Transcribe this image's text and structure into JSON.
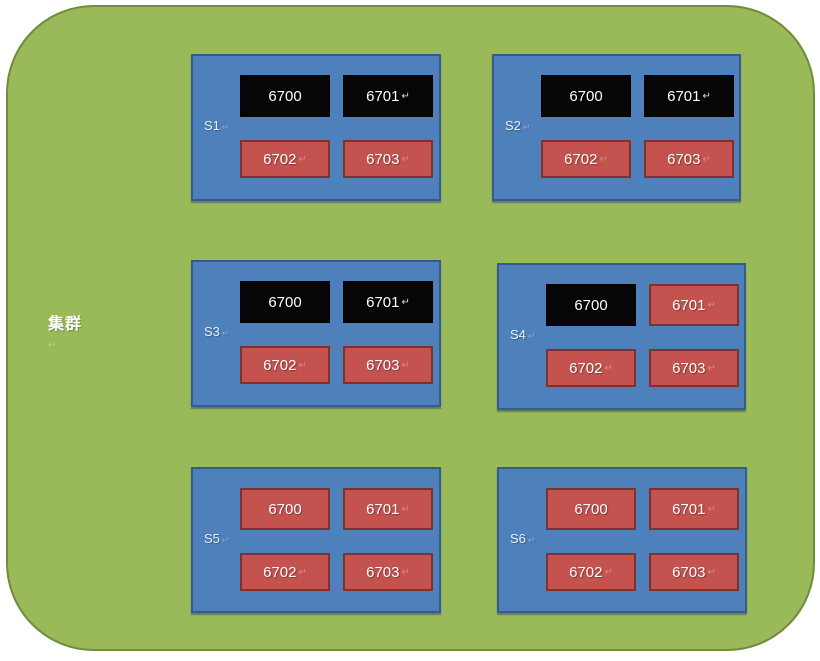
{
  "diagram": {
    "cluster": {
      "label": "集群",
      "mark": "↵",
      "mark_type": "faint"
    },
    "colors": {
      "cluster_fill": "#9aba59",
      "cluster_border": "#6f8b3b",
      "server_fill": "#4e80bc",
      "server_border": "#365c8d",
      "port_active_fill": "#060606",
      "port_standby_fill": "#c4534f",
      "port_standby_border": "#7e322f",
      "text": "#ffffff"
    }
  },
  "servers": [
    {
      "label": "S1",
      "label_mark": "↵",
      "label_mark_type": "faint",
      "ports": [
        {
          "label": "6700",
          "style": "black",
          "mark": "",
          "mark_type": "none"
        },
        {
          "label": "6701",
          "style": "black",
          "mark": "↵",
          "mark_type": "strong"
        },
        {
          "label": "6702",
          "style": "red",
          "mark": "↵",
          "mark_type": "faint"
        },
        {
          "label": "6703",
          "style": "red",
          "mark": "↵",
          "mark_type": "faint"
        }
      ]
    },
    {
      "label": "S2",
      "label_mark": "↵",
      "label_mark_type": "faint",
      "ports": [
        {
          "label": "6700",
          "style": "black",
          "mark": "",
          "mark_type": "none"
        },
        {
          "label": "6701",
          "style": "black",
          "mark": "↵",
          "mark_type": "strong"
        },
        {
          "label": "6702",
          "style": "red",
          "mark": "↵",
          "mark_type": "faint"
        },
        {
          "label": "6703",
          "style": "red",
          "mark": "↵",
          "mark_type": "faint"
        }
      ]
    },
    {
      "label": "S3",
      "label_mark": "↵",
      "label_mark_type": "faint",
      "ports": [
        {
          "label": "6700",
          "style": "black",
          "mark": "",
          "mark_type": "none"
        },
        {
          "label": "6701",
          "style": "black",
          "mark": "↵",
          "mark_type": "strong"
        },
        {
          "label": "6702",
          "style": "red",
          "mark": "↵",
          "mark_type": "faint"
        },
        {
          "label": "6703",
          "style": "red",
          "mark": "↵",
          "mark_type": "faint"
        }
      ]
    },
    {
      "label": "S4",
      "label_mark": "↵",
      "label_mark_type": "faint",
      "ports": [
        {
          "label": "6700",
          "style": "black",
          "mark": "",
          "mark_type": "none"
        },
        {
          "label": "6701",
          "style": "red",
          "mark": "↵",
          "mark_type": "faint"
        },
        {
          "label": "6702",
          "style": "red",
          "mark": "↵",
          "mark_type": "faint"
        },
        {
          "label": "6703",
          "style": "red",
          "mark": "↵",
          "mark_type": "faint"
        }
      ]
    },
    {
      "label": "S5",
      "label_mark": "↵",
      "label_mark_type": "faint",
      "ports": [
        {
          "label": "6700",
          "style": "red",
          "mark": "",
          "mark_type": "none"
        },
        {
          "label": "6701",
          "style": "red",
          "mark": "↵",
          "mark_type": "faint"
        },
        {
          "label": "6702",
          "style": "red",
          "mark": "↵",
          "mark_type": "faint"
        },
        {
          "label": "6703",
          "style": "red",
          "mark": "↵",
          "mark_type": "faint"
        }
      ]
    },
    {
      "label": "S6",
      "label_mark": "↵",
      "label_mark_type": "faint",
      "ports": [
        {
          "label": "6700",
          "style": "red",
          "mark": "",
          "mark_type": "none"
        },
        {
          "label": "6701",
          "style": "red",
          "mark": "↵",
          "mark_type": "faint"
        },
        {
          "label": "6702",
          "style": "red",
          "mark": "↵",
          "mark_type": "faint"
        },
        {
          "label": "6703",
          "style": "red",
          "mark": "↵",
          "mark_type": "faint"
        }
      ]
    }
  ]
}
